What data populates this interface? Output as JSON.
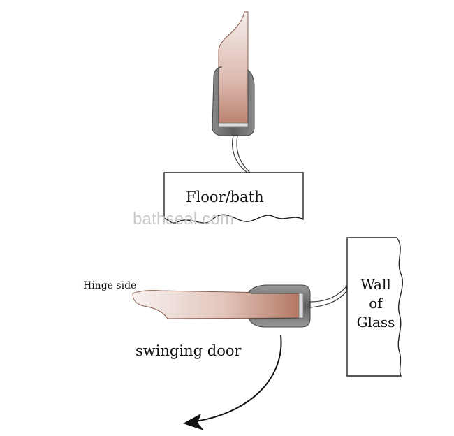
{
  "labels": {
    "floor": "Floor/bath",
    "hinge": "Hinge side",
    "swing": "swinging door",
    "wall_line1": "Wall",
    "wall_line2": "of",
    "wall_line3": "Glass"
  },
  "watermark": "bathseal.com",
  "colors": {
    "glass_light": "#f4ebea",
    "glass_dark": "#b06f5a",
    "seal": "#6e6e6e",
    "seal_light": "#a9a9a9",
    "outline": "#333333",
    "text": "#111111",
    "watermark": "#c9c9c9"
  }
}
